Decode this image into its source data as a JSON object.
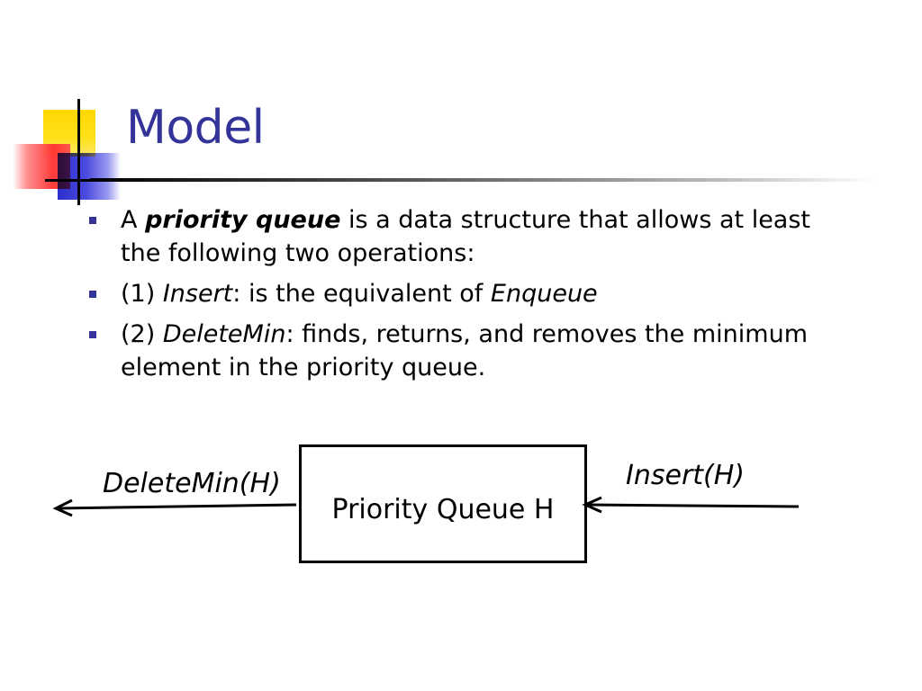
{
  "slide": {
    "title": "Model",
    "bullets": [
      {
        "pre": "A ",
        "term": "priority queue",
        "post": " is a data structure that allows at least the following two operations:"
      },
      {
        "pre": "(1) ",
        "term": "Insert",
        "mid": ": is the equivalent of ",
        "term2": "Enqueue"
      },
      {
        "pre": "(2) ",
        "term": "DeleteMin",
        "post": ": finds, returns, and removes the minimum element in the priority queue."
      }
    ]
  },
  "diagram": {
    "box_label": "Priority Queue H",
    "left_label": "DeleteMin(H)",
    "right_label": "Insert(H)"
  },
  "colors": {
    "title": "#333399",
    "bullet": "#333399",
    "text": "#000000"
  }
}
